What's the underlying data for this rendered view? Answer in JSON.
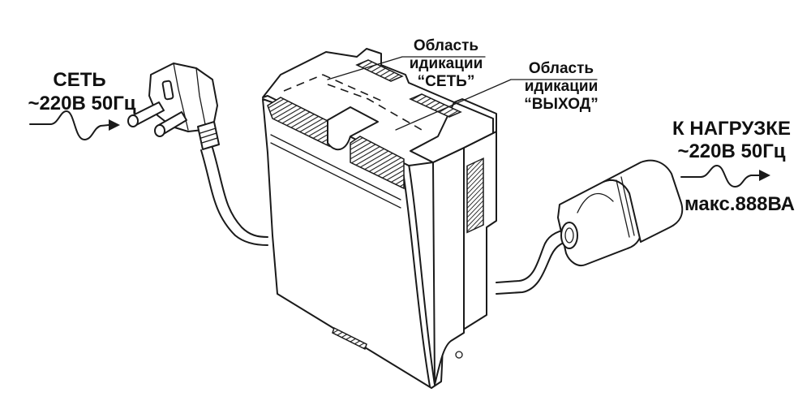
{
  "diagram": {
    "type": "device-connection-illustration",
    "input": {
      "title": "СЕТЬ",
      "spec": "~220В 50Гц"
    },
    "indicator_mains": {
      "line1": "Область",
      "line2": "идикации",
      "line3": "“СЕТЬ”"
    },
    "indicator_output": {
      "line1": "Область",
      "line2": "идикации",
      "line3": "“ВЫХОД”"
    },
    "output": {
      "title": "К НАГРУЗКЕ",
      "spec": "~220В 50Гц",
      "max_load": "макс.888ВА"
    },
    "colors": {
      "line": "#1a1a1a",
      "background": "#ffffff"
    }
  }
}
